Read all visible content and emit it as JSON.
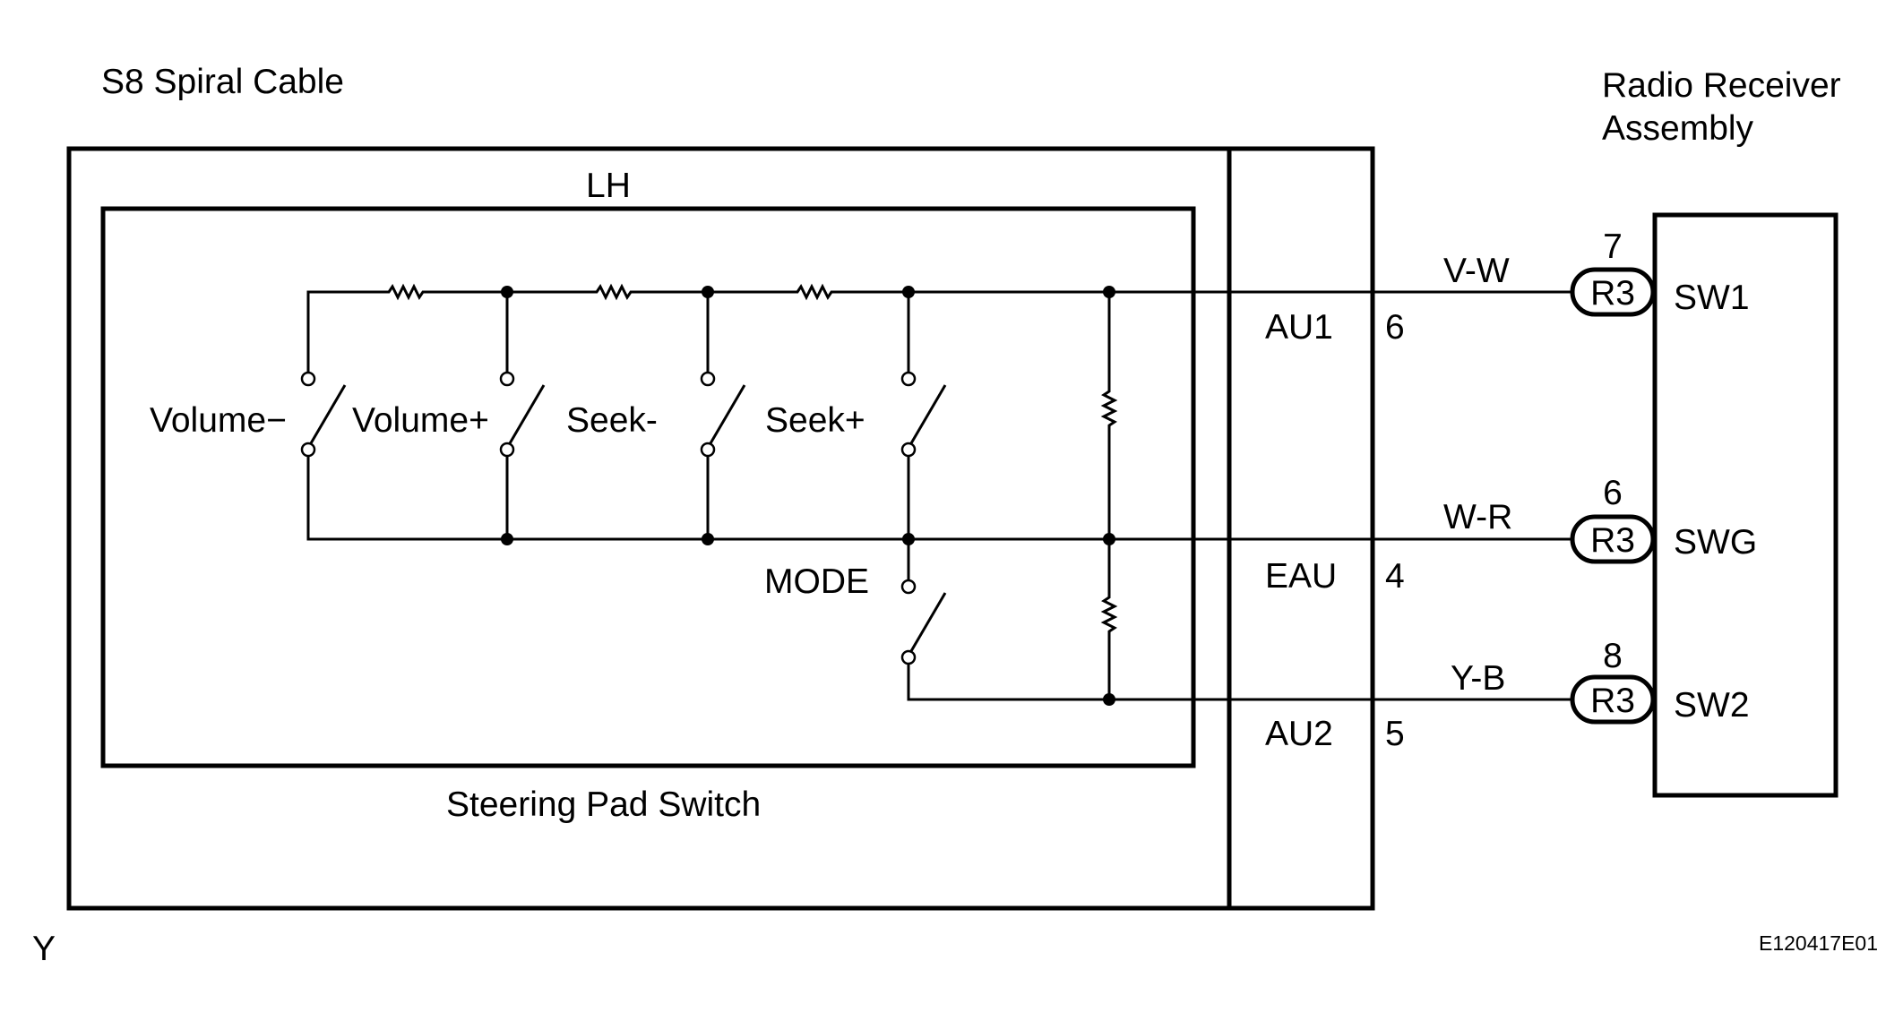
{
  "labels": {
    "spiral_cable": "S8 Spiral Cable",
    "radio_receiver_line1": "Radio Receiver",
    "radio_receiver_line2": "Assembly",
    "lh": "LH",
    "steering_pad_switch": "Steering Pad Switch",
    "corner_mark": "Y",
    "figure_code": "E120417E01"
  },
  "switches": [
    "Volume−",
    "Volume+",
    "Seek-",
    "Seek+",
    "MODE"
  ],
  "spiral_terminals": [
    {
      "name": "AU1",
      "pin": "6"
    },
    {
      "name": "EAU",
      "pin": "4"
    },
    {
      "name": "AU2",
      "pin": "5"
    }
  ],
  "wires": [
    {
      "color_code": "V-W",
      "connector": "R3",
      "pin": "7",
      "terminal": "SW1"
    },
    {
      "color_code": "W-R",
      "connector": "R3",
      "pin": "6",
      "terminal": "SWG"
    },
    {
      "color_code": "Y-B",
      "connector": "R3",
      "pin": "8",
      "terminal": "SW2"
    }
  ]
}
